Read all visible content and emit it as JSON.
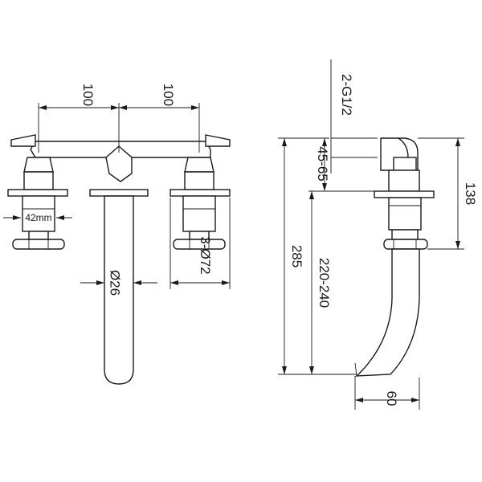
{
  "front_view": {
    "labels": {
      "spacing_left": "100",
      "spacing_right": "100",
      "handle_diameter": "42mm",
      "spout_diameter": "Ø26",
      "flange_diameter": "3-Ø72"
    }
  },
  "side_view": {
    "labels": {
      "thread": "2-G1/2",
      "wall_depth": "45-65",
      "body_height": "138",
      "total_height": "285",
      "spout_height": "220-240",
      "spout_reach": "60"
    }
  }
}
